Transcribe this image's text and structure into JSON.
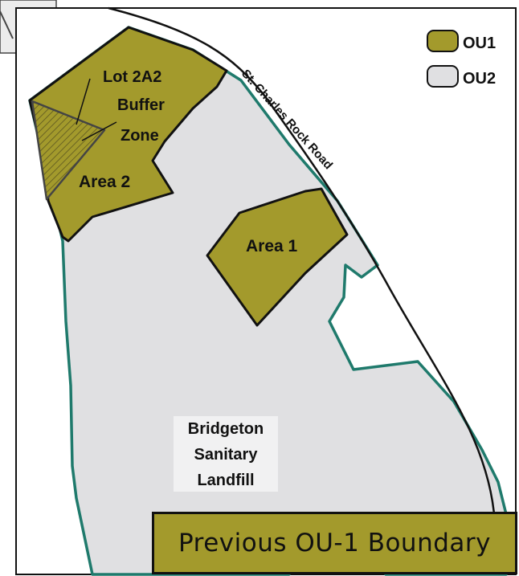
{
  "colors": {
    "ou1_fill": "#a39a2c",
    "ou2_fill": "#e0e0e2",
    "boundary": "#1f7a6c",
    "road": "#111111",
    "banner_fill": "#a39a2c"
  },
  "legend": {
    "items": [
      {
        "label": "OU1",
        "swatch": "olive"
      },
      {
        "label": "OU2",
        "swatch": "light-gray"
      }
    ]
  },
  "map": {
    "road_label": "St. Charles Rock Road",
    "labels": {
      "lot": "Lot 2A2",
      "buffer": "Buffer",
      "zone": "Zone",
      "area2": "Area 2",
      "area1": "Area 1",
      "landfill": [
        "Bridgeton",
        "Sanitary",
        "Landfill"
      ]
    }
  },
  "banner": {
    "text": "Previous OU-1 Boundary"
  }
}
